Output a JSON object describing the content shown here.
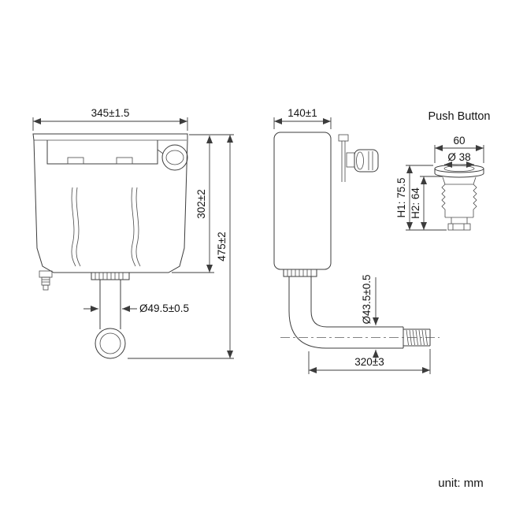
{
  "front_view": {
    "width_dim": "345±1.5",
    "tank_height_dim": "302±2",
    "total_height_dim": "475±2",
    "outlet_dia_dim": "Ø49.5±0.5"
  },
  "side_view": {
    "depth_dim": "140±1",
    "pipe_dia_dim": "Ø43.5±0.5",
    "pipe_length_dim": "320±3"
  },
  "push_button": {
    "title": "Push Button",
    "width_dim": "60",
    "dia_dim": "Ø 38",
    "h1_dim": "H1: 75.5",
    "h2_dim": "H2: 64"
  },
  "footer": {
    "unit_label": "unit: mm"
  }
}
